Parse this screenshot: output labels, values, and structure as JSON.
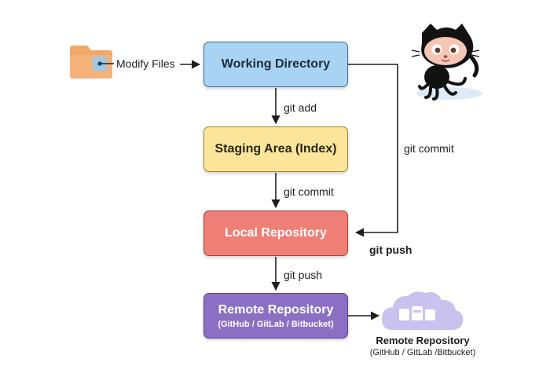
{
  "modify_label": "Modify Files",
  "boxes": {
    "working": {
      "title": "Working Directory"
    },
    "staging": {
      "title": "Staging Area (Index)"
    },
    "local": {
      "title": "Local Repository"
    },
    "remote": {
      "title": "Remote Repository",
      "subtitle": "(GitHub / GitLab / Bitbucket)"
    }
  },
  "edges": {
    "add": "git add",
    "commit_stage": "git commit",
    "commit_direct": "git commit",
    "push_side": "git push",
    "push_down": "git push"
  },
  "cloud": {
    "title": "Remote Repository",
    "subtitle": "(GitHub / GitLab /Bitbucket)"
  },
  "icons": [
    "folder-icon",
    "octocat-icon",
    "cloud-icon"
  ],
  "colors": {
    "working": "#a9d3f2",
    "staging": "#fbe59a",
    "local": "#ef7f76",
    "remote": "#8b6fc5",
    "cloud": "#c9c2ef"
  }
}
